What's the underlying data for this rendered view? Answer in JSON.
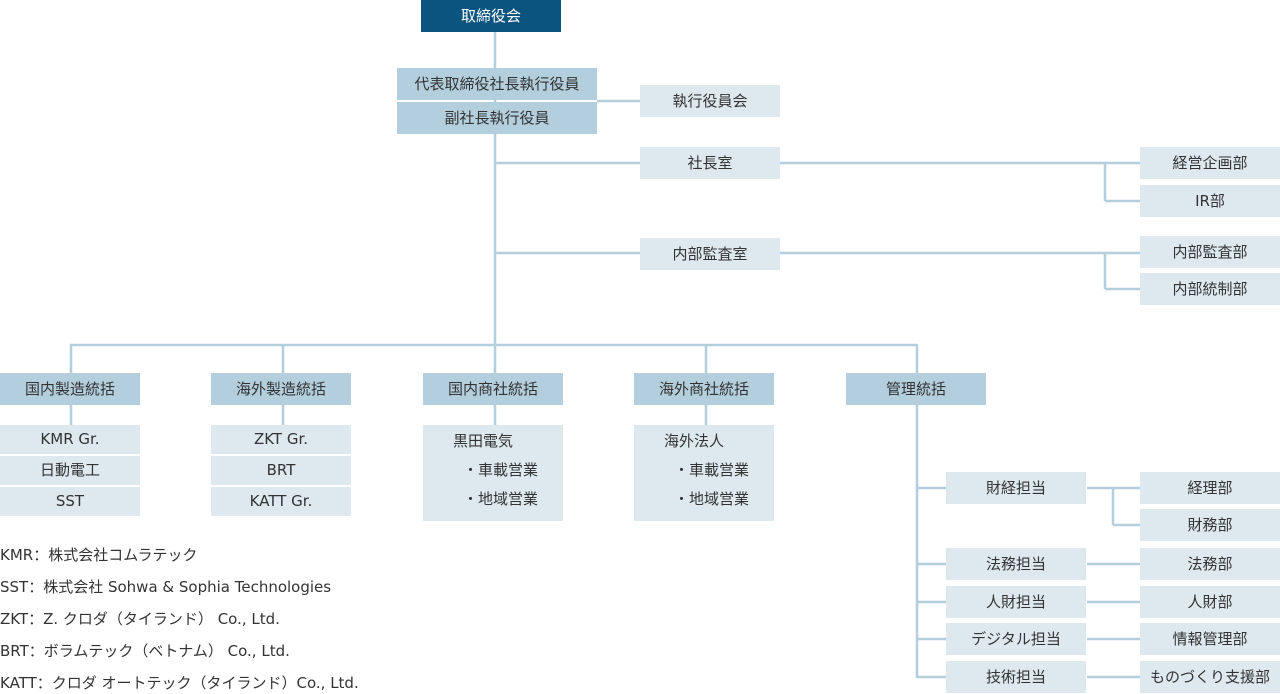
{
  "colors": {
    "top": "#0c5480",
    "mid": "#b3cedd",
    "light": "#dde9ef",
    "line": "#b3cedd"
  },
  "nodes": {
    "board": "取締役会",
    "president": "代表取締役社長執行役員",
    "vice_president": "副社長執行役員",
    "executive_committee": "執行役員会",
    "president_office": "社長室",
    "corporate_planning": "経営企画部",
    "ir": "IR部",
    "internal_audit_office": "内部監査室",
    "internal_audit_dept": "内部監査部",
    "internal_control": "内部統制部",
    "divisions": {
      "domestic_mfg": {
        "title": "国内製造統括",
        "items": [
          "KMR Gr.",
          "日動電工",
          "SST"
        ]
      },
      "overseas_mfg": {
        "title": "海外製造統括",
        "items": [
          "ZKT Gr.",
          "BRT",
          "KATT Gr."
        ]
      },
      "domestic_trading": {
        "title": "国内商社統括",
        "items": [
          "黒田電気",
          "・車載営業",
          "・地域営業"
        ]
      },
      "overseas_trading": {
        "title": "海外商社統括",
        "items": [
          "海外法人",
          "・車載営業",
          "・地域営業"
        ]
      },
      "management": {
        "title": "管理統括"
      }
    },
    "management": {
      "finance_manager": "財経担当",
      "accounting": "経理部",
      "finance": "財務部",
      "legal_manager": "法務担当",
      "legal": "法務部",
      "hr_manager": "人財担当",
      "hr": "人財部",
      "digital_manager": "デジタル担当",
      "it": "情報管理部",
      "tech_manager": "技術担当",
      "monozukuri": "ものづくり支援部"
    }
  },
  "legend": [
    "KMR：株式会社コムラテック",
    "SST：株式会社 Sohwa & Sophia Technologies",
    "ZKT：Z. クロダ（タイランド） Co., Ltd.",
    "BRT：ボラムテック（ベトナム） Co., Ltd.",
    "KATT：クロダ オートテック（タイランド）Co., Ltd."
  ]
}
